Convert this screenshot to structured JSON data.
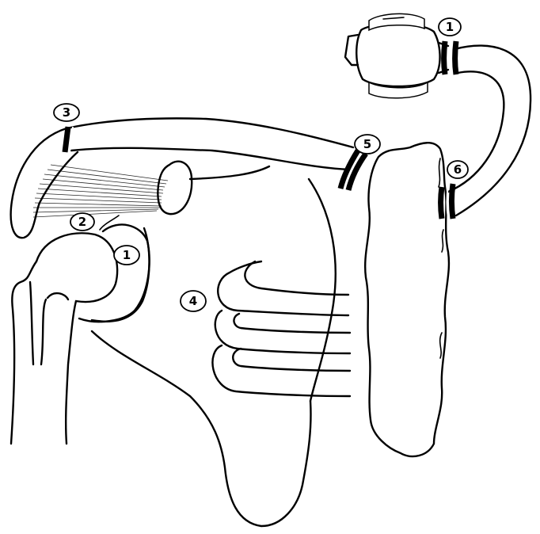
{
  "labels": {
    "sternoclavicular_top": "1",
    "glenohumeral": "1",
    "humeral_head": "2",
    "acromioclavicular": "3",
    "scapulothoracic": "4",
    "clavicle_medial": "5",
    "rib_joint": "6"
  },
  "colors": {
    "ink": "#000000",
    "paper": "#ffffff"
  }
}
